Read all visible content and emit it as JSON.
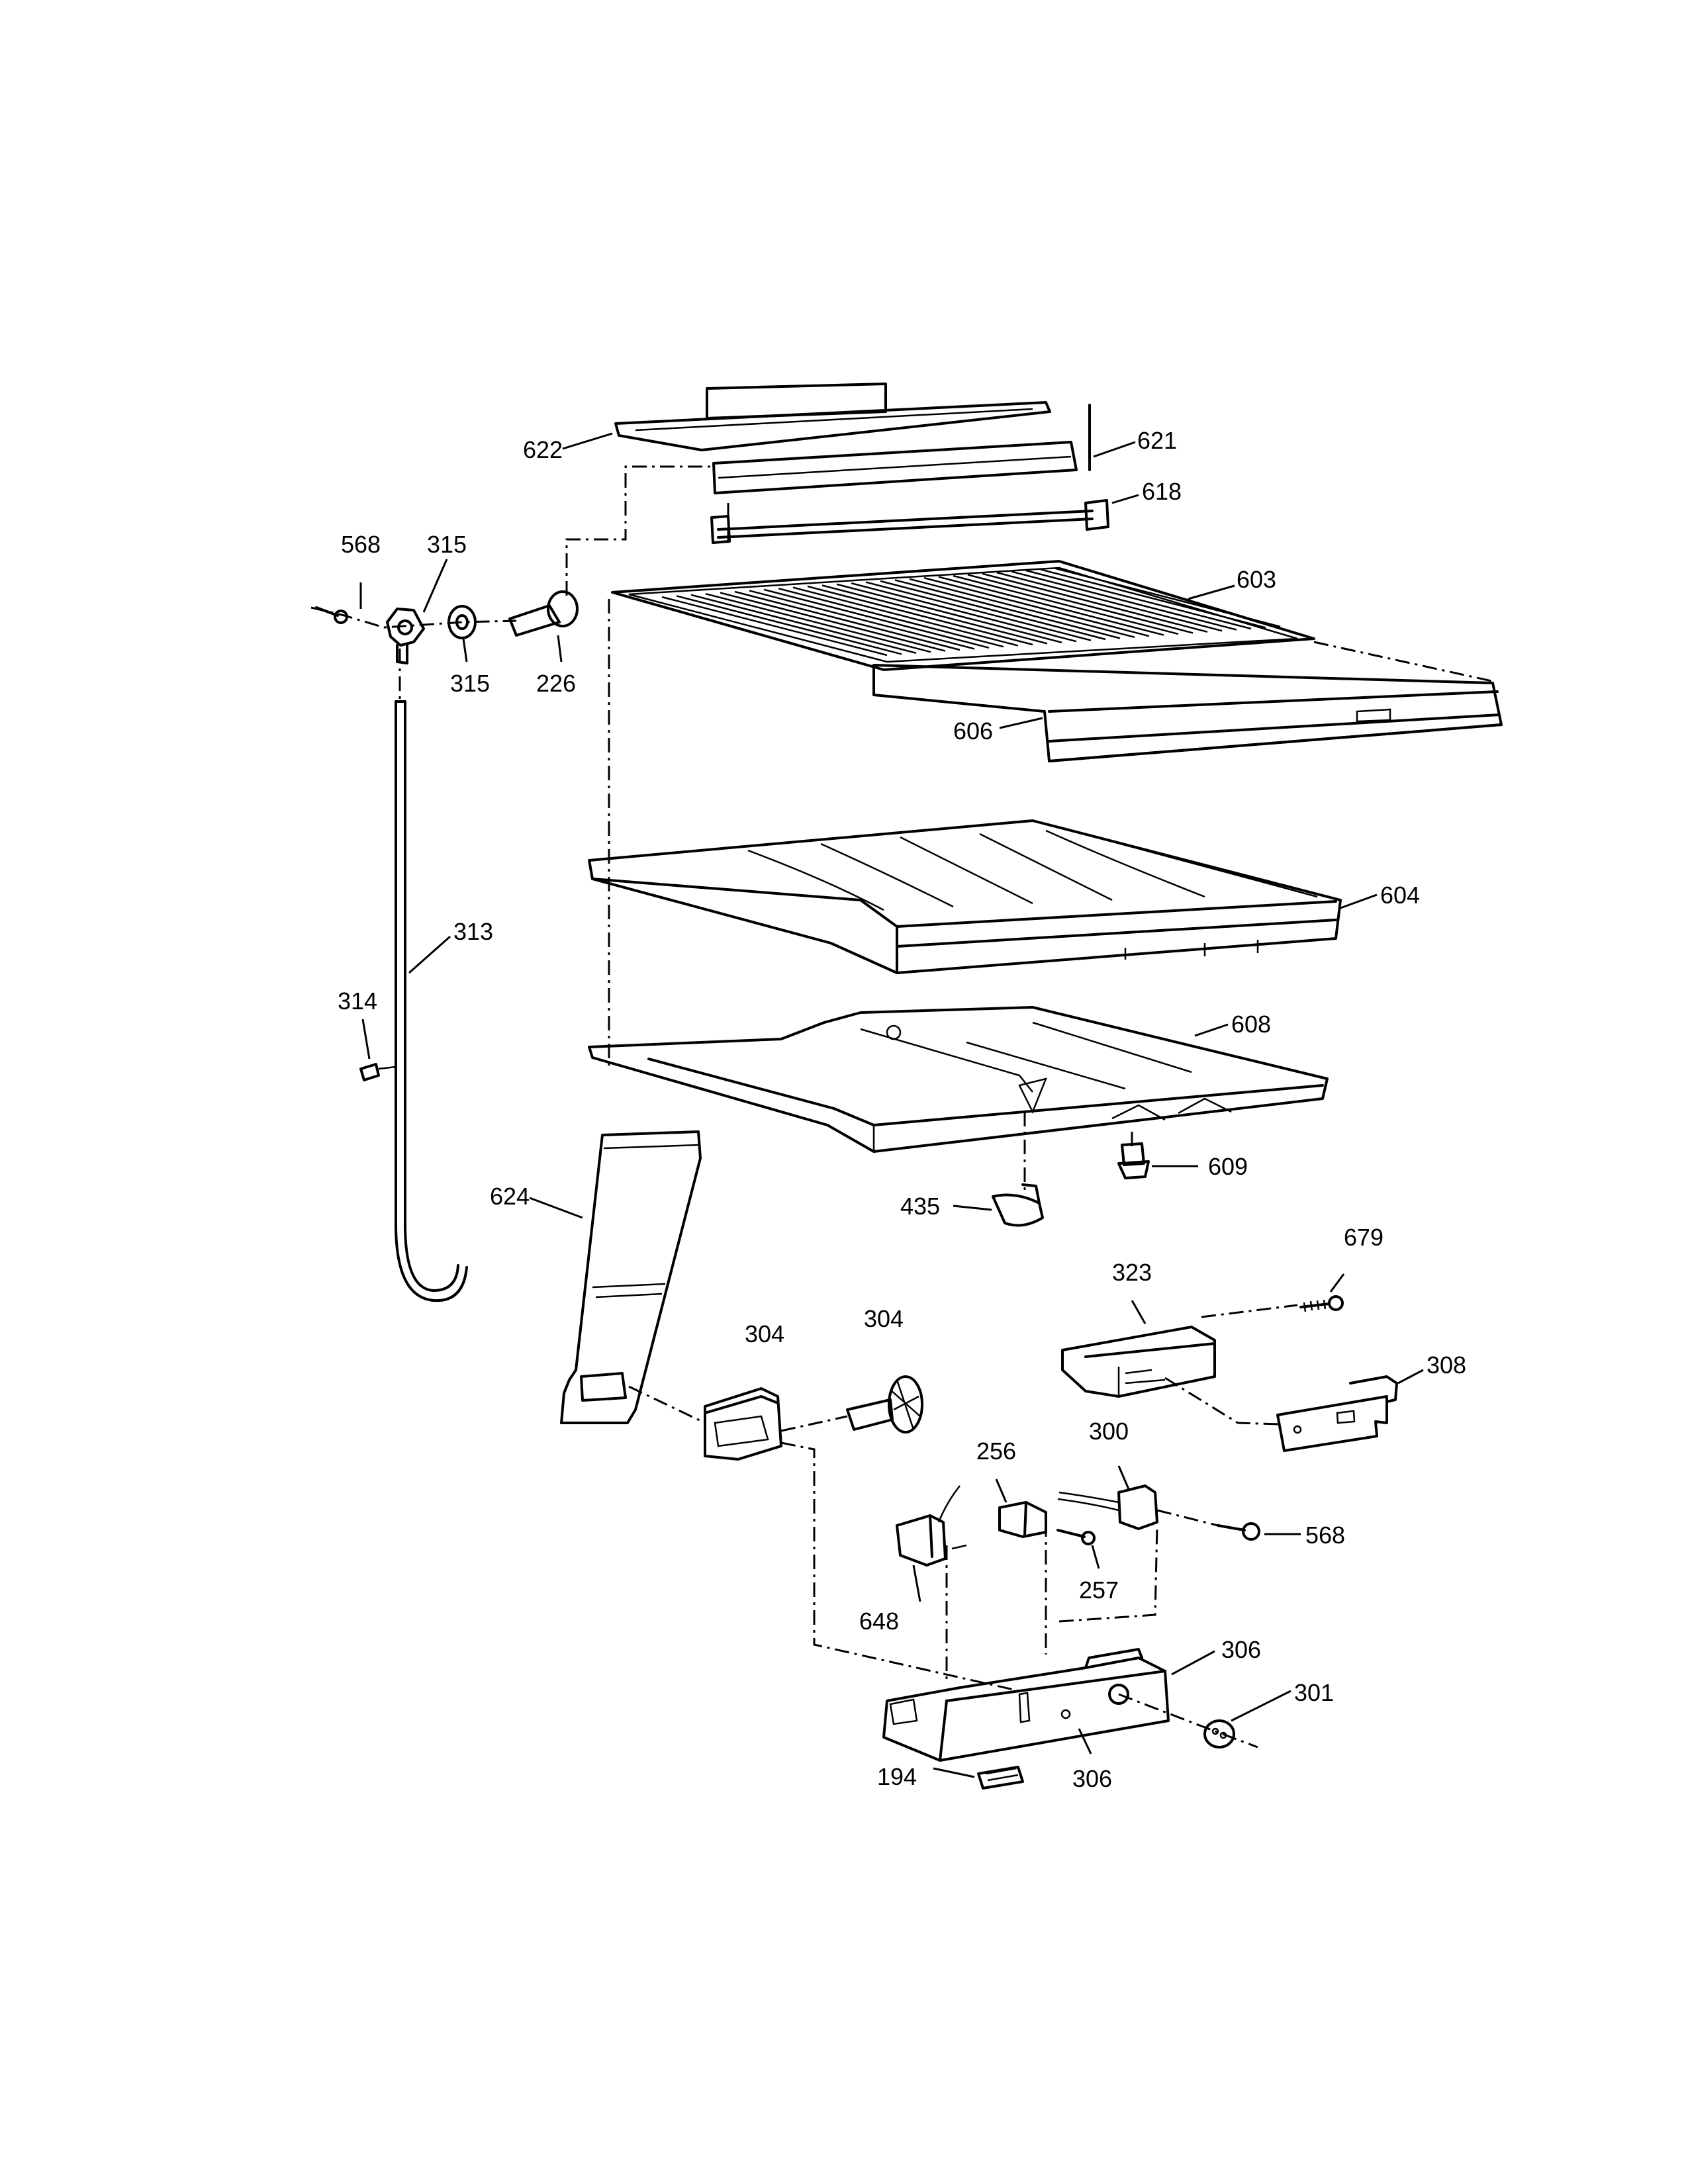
{
  "labels": {
    "l622": "622",
    "l621": "621",
    "l618": "618",
    "l568a": "568",
    "l315a": "315",
    "l315b": "315",
    "l226": "226",
    "l603": "603",
    "l606": "606",
    "l604": "604",
    "l313": "313",
    "l314": "314",
    "l608": "608",
    "l609": "609",
    "l435": "435",
    "l624": "624",
    "l679": "679",
    "l323": "323",
    "l304a": "304",
    "l304b": "304",
    "l308": "308",
    "l256": "256",
    "l300": "300",
    "l568b": "568",
    "l257": "257",
    "l648": "648",
    "l306a": "306",
    "l301": "301",
    "l306b": "306",
    "l194": "194"
  }
}
